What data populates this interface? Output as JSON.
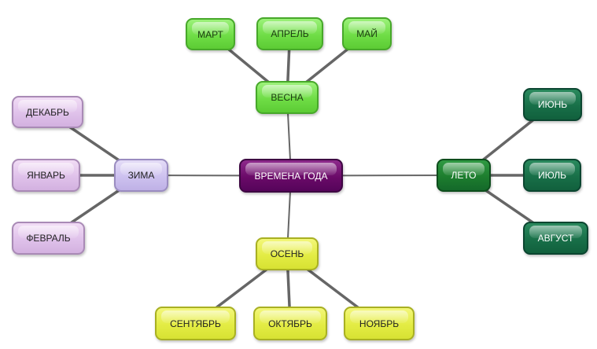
{
  "diagram": {
    "center": {
      "id": "center",
      "label": "ВРЕМЕНА ГОДА",
      "color": "#6a0a68"
    },
    "seasons": [
      {
        "id": "spring",
        "label": "ВЕСНА",
        "color": "#6fdd46",
        "months": [
          {
            "id": "m3",
            "label": "МАРТ"
          },
          {
            "id": "m4",
            "label": "АПРЕЛЬ"
          },
          {
            "id": "m5",
            "label": "МАЙ"
          }
        ]
      },
      {
        "id": "winter",
        "label": "ЗИМА",
        "color": "#cdc1ef",
        "month_color": "#dfc1ea",
        "months": [
          {
            "id": "m12",
            "label": "ДЕКАБРЬ"
          },
          {
            "id": "m1",
            "label": "ЯНВАРЬ"
          },
          {
            "id": "m2",
            "label": "ФЕВРАЛЬ"
          }
        ]
      },
      {
        "id": "summer",
        "label": "ЛЕТО",
        "color": "#1d7d2e",
        "month_color": "#186f48",
        "months": [
          {
            "id": "m6",
            "label": "ИЮНЬ"
          },
          {
            "id": "m7",
            "label": "ИЮЛЬ"
          },
          {
            "id": "m8",
            "label": "АВГУСТ"
          }
        ]
      },
      {
        "id": "autumn",
        "label": "ОСЕНЬ",
        "color": "#e3ec44",
        "months": [
          {
            "id": "m9",
            "label": "СЕНТЯБРЬ"
          },
          {
            "id": "m10",
            "label": "ОКТЯБРЬ"
          },
          {
            "id": "m11",
            "label": "НОЯБРЬ"
          }
        ]
      }
    ],
    "link_color": "#666666"
  }
}
